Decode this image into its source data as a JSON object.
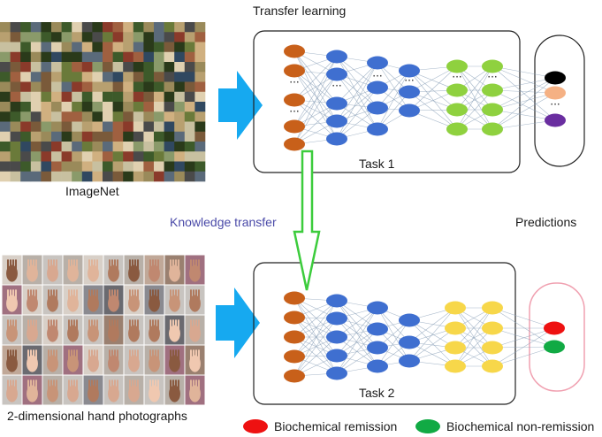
{
  "title": "Transfer learning",
  "imagenet_caption": "ImageNet",
  "knowledge_transfer": "Knowledge transfer",
  "predictions_label": "Predictions",
  "task1_label": "Task 1",
  "task2_label": "Task 2",
  "hand_caption": "2-dimensional hand photographs",
  "ellipsis": "···",
  "legend": [
    {
      "label": "Biochemical remission",
      "color": "#ee1111"
    },
    {
      "label": "Biochemical non-remission",
      "color": "#11aa44"
    }
  ],
  "colors": {
    "input_nodes": "#c8601a",
    "hidden_nodes": "#3f6fd0",
    "task1_late_nodes": "#8fd13f",
    "task2_late_nodes": "#f7d74a",
    "arrow": "#16a9f0",
    "transfer_arrow": "#3ccc3c",
    "task1_outputs": [
      "#000000",
      "#f5b184",
      "#6a2ea0"
    ],
    "task2_outputs": [
      "#ee1111",
      "#11aa44"
    ]
  }
}
